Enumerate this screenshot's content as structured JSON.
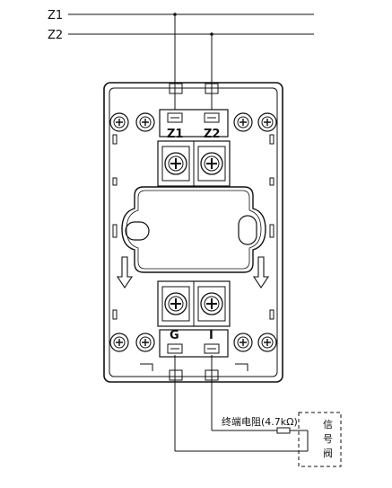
{
  "wires": {
    "top_left": "Z1",
    "bottom_left": "Z2"
  },
  "terminals": {
    "top_left": "Z1",
    "top_right": "Z2",
    "bottom_left": "G",
    "bottom_right": "I"
  },
  "resistor": {
    "label": "终端电阻(4.7kΩ)"
  },
  "signal_valve": {
    "chars": [
      "信",
      "号",
      "阀"
    ]
  }
}
